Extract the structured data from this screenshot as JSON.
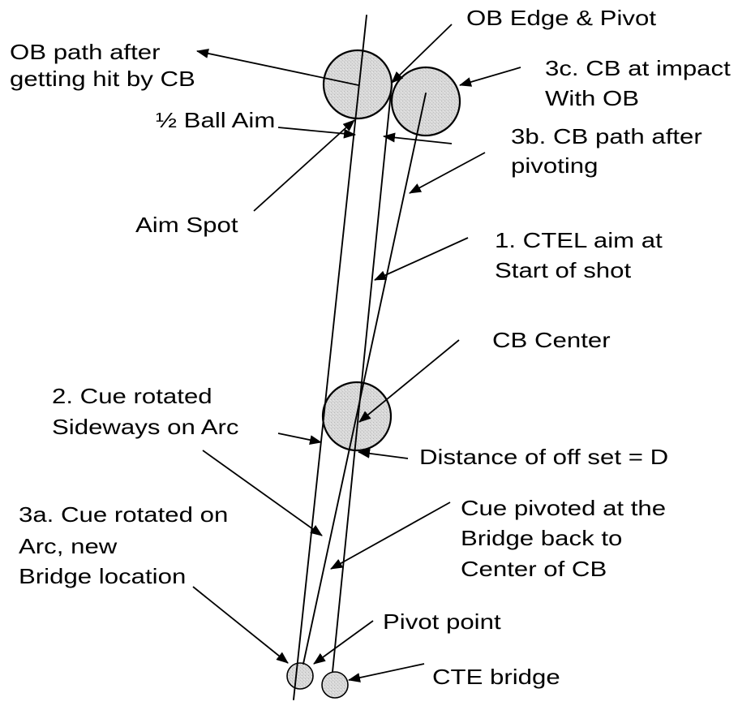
{
  "diagram": {
    "subject": "CTE billiards aiming system diagram",
    "labels": {
      "ob_path": [
        "OB path after",
        "getting hit by CB"
      ],
      "ob_edge_pivot": "OB Edge & Pivot",
      "cb_at_impact": [
        "3c. CB at impact",
        "With OB"
      ],
      "half_ball_aim": "½ Ball Aim",
      "cb_path_after_pivot": [
        "3b. CB path after",
        "pivoting"
      ],
      "aim_spot": "Aim Spot",
      "ctel_aim": [
        "1. CTEL aim at",
        "Start of shot"
      ],
      "cb_center": "CB Center",
      "cue_rotated_sideways": [
        "2. Cue rotated",
        "Sideways on Arc"
      ],
      "offset_distance": "Distance of off set = D",
      "cue_rotated_arc": [
        "3a. Cue rotated on",
        "Arc, new",
        "Bridge location"
      ],
      "cue_pivoted": [
        "Cue pivoted at the",
        "Bridge back to",
        "Center of CB"
      ],
      "pivot_point": "Pivot point",
      "cte_bridge": "CTE bridge"
    },
    "balls": [
      "object-ball",
      "cue-ball-at-impact",
      "cue-ball",
      "pivot-point-marker",
      "cte-bridge-marker"
    ],
    "lines": [
      "ob-center-aim-line",
      "ctel-aim-line",
      "cb-path-after-pivot-line",
      "ob-path-line"
    ]
  },
  "colors": {
    "ink": "#000000",
    "ball_fill": "#d6d6d6",
    "background": "#ffffff"
  }
}
